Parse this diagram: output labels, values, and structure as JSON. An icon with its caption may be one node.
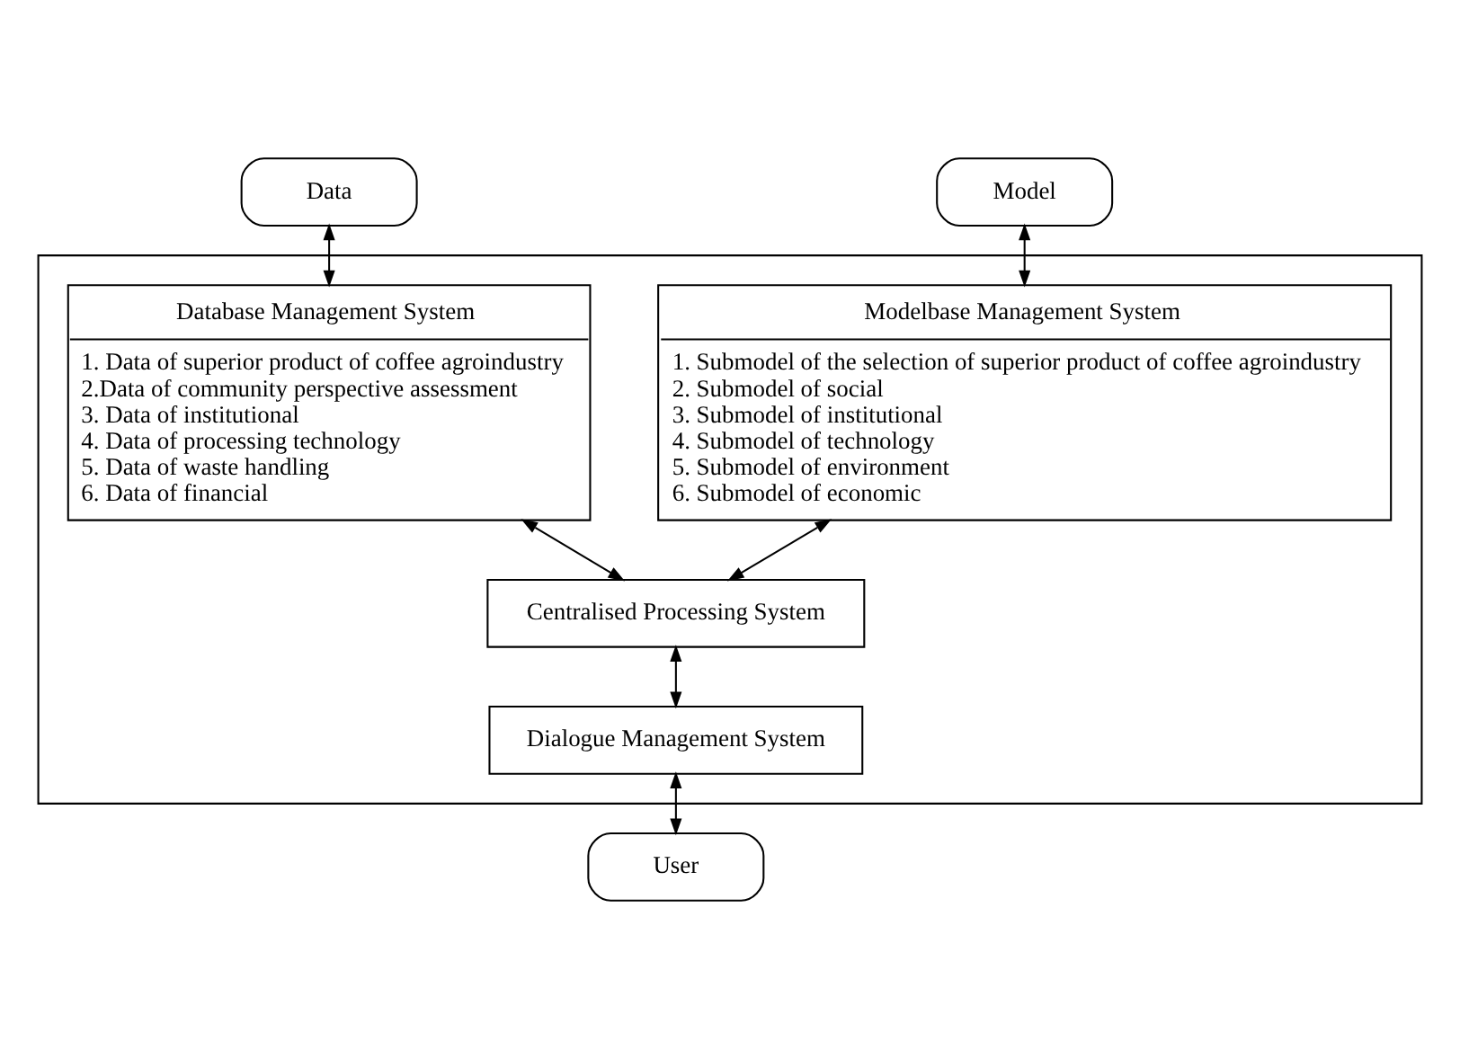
{
  "diagram": {
    "nodes": [
      {
        "text": [
          "Data"
        ]
      },
      {
        "text": [
          "Model"
        ]
      },
      {
        "text": [],
        "shape": "box"
      },
      {
        "text": [
          "Database Management System",
          "1. Data of superior product of coffee agroindustry",
          "2.Data of community perspective assessment",
          "3. Data of institutional",
          "4. Data of processing technology",
          "5. Data of waste handling",
          "6. Data of financial"
        ],
        "in": 2
      },
      {
        "text": [
          "Modelbase Management System",
          "1. Submodel of the selection of superior product of coffee agroindustry",
          "2. Submodel of social",
          "3. Submodel of institutional",
          "4. Submodel of technology",
          "5. Submodel of environment",
          "6. Submodel of economic"
        ],
        "in": 2
      },
      {
        "text": [
          "Centralised Processing System"
        ],
        "in": 2
      },
      {
        "text": [
          "Dialogue Management System"
        ],
        "in": 2
      },
      {
        "text": [
          "User"
        ]
      }
    ],
    "edges": [
      {
        "from": 0,
        "to": 3,
        "arrow": "both"
      },
      {
        "from": 1,
        "to": 4,
        "arrow": "both"
      },
      {
        "from": 3,
        "to": 5,
        "arrow": "both"
      },
      {
        "from": 4,
        "to": 5,
        "arrow": "both"
      },
      {
        "from": 5,
        "to": 6,
        "arrow": "both"
      },
      {
        "from": 6,
        "to": 7,
        "arrow": "both"
      }
    ]
  }
}
